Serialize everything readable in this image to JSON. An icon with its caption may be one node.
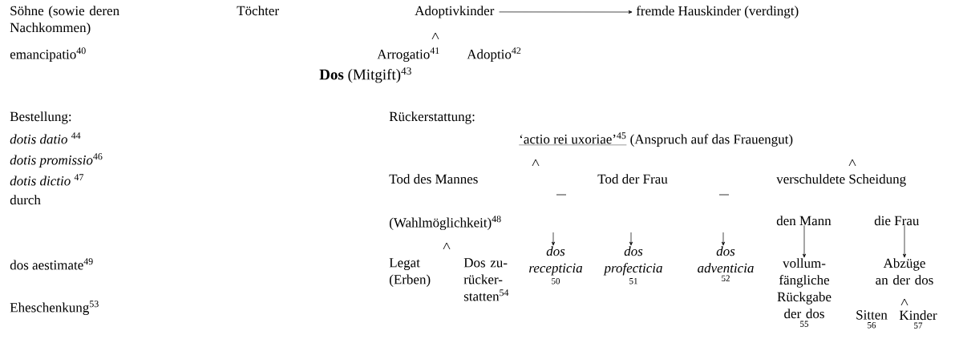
{
  "diagram": {
    "nodes": [
      {
        "text": [
          "Söhne (sowie deren Nachkommen)"
        ]
      },
      {
        "text": [
          "Töchter"
        ]
      },
      {
        "text": [
          "Adoptivkinder"
        ]
      },
      {
        "text": [
          "fremde Hauskinder (verdingt)"
        ]
      },
      {
        "text": [
          "emancipatio$^{40}$"
        ]
      },
      {
        "text": [
          "Arrogatio$^{41}$"
        ]
      },
      {
        "text": [
          "Adoptio$^{42}$"
        ]
      },
      {
        "text": [
          "**Dos** (Mitgift)$^{43}$"
        ]
      },
      {
        "text": [
          "Bestellung:"
        ]
      },
      {
        "text": [
          "*dotis datio* $^{44}$"
        ]
      },
      {
        "text": [
          "*dotis promissio*$^{46}$"
        ]
      },
      {
        "text": [
          "*dotis dictio* $^{47}$"
        ]
      },
      {
        "text": [
          "durch"
        ]
      },
      {
        "text": [
          "Rückerstattung:"
        ]
      },
      {
        "text": [
          "‘actio rei uxoriae’$^{45}$",
          "(Anspruch auf das Frauengut)"
        ]
      },
      {
        "text": [
          "Tod des Mannes"
        ]
      },
      {
        "text": [
          "Tod der Frau"
        ]
      },
      {
        "text": [
          "verschuldete Scheidung"
        ]
      },
      {
        "text": [
          "(Wahlmöglichkeit)$^{48}$"
        ]
      },
      {
        "text": [
          "den Mann"
        ]
      },
      {
        "text": [
          "die Frau"
        ]
      },
      {
        "text": [
          "dos aestimate$^{49}$"
        ]
      },
      {
        "text": [
          "Legat (Erben)"
        ]
      },
      {
        "text": [
          "Dos zu- rücker- statten$^{54}$"
        ]
      },
      {
        "text": [
          "dos recepticia"
        ],
        "beside": [
          "50"
        ]
      },
      {
        "text": [
          "dos profecticia"
        ],
        "beside": [
          "51"
        ]
      },
      {
        "text": [
          "dos adventicia"
        ],
        "beside": [
          "52"
        ]
      },
      {
        "text": [
          "vollum- fängliche Rückgabe der dos"
        ],
        "beside": [
          "55"
        ]
      },
      {
        "text": [
          "Abzüge an der dos"
        ]
      },
      {
        "text": [
          "Sitten"
        ],
        "beside": [
          "56"
        ]
      },
      {
        "text": [
          "Kinder"
        ],
        "beside": [
          "57"
        ]
      },
      {
        "text": [
          "Eheschenkung$^{53}$"
        ]
      }
    ],
    "edges": [
      {
        "from": 2,
        "to": 3,
        "arrow": "to"
      },
      {
        "from": null,
        "to": 24,
        "arrow": "to"
      },
      {
        "from": null,
        "to": 25,
        "arrow": "to"
      },
      {
        "from": null,
        "to": 26,
        "arrow": "to"
      },
      {
        "from": 19,
        "to": 27,
        "arrow": "to"
      },
      {
        "from": 20,
        "to": 28,
        "arrow": "to"
      }
    ]
  }
}
